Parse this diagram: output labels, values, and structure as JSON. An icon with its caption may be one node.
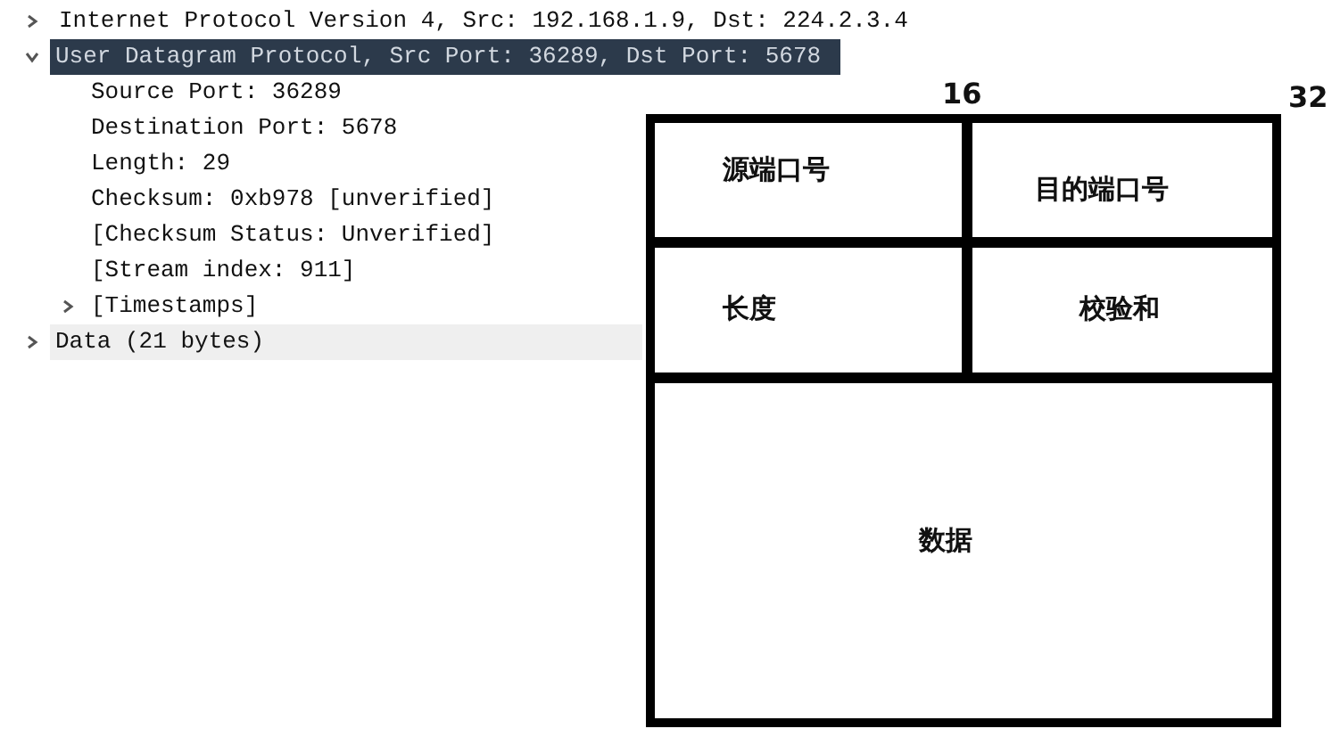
{
  "diagram": {
    "nodes": [
      {
        "text": [
          "源端口号"
        ]
      },
      {
        "text": [
          "目的端口号"
        ]
      },
      {
        "text": [
          "长度"
        ]
      },
      {
        "text": [
          "校验和"
        ]
      },
      {
        "text": [
          "数据"
        ]
      }
    ],
    "labels": [
      "Internet Protocol Version 4, Src: 192.168.1.9, Dst: 224.2.3.4",
      "User Datagram Protocol, Src Port: 36289, Dst Port: 5678",
      "Source Port: 36289",
      "Destination Port: 5678",
      "Length: 29",
      "Checksum: 0xb978 [unverified]",
      "[Checksum Status: Unverified]",
      "[Stream index: 911]",
      "[Timestamps]",
      "Data (21 bytes)",
      "16",
      "32"
    ]
  }
}
